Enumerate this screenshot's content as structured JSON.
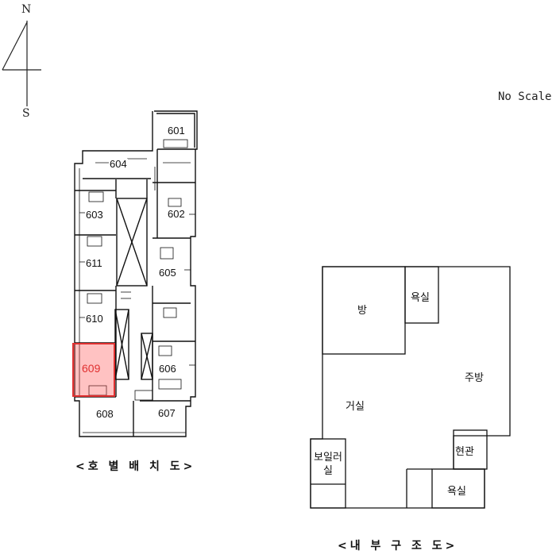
{
  "compass": {
    "north": "N",
    "south": "S"
  },
  "scale_note": "No Scale",
  "floor_plan": {
    "caption": "<호 별 배 치 도>",
    "highlight_color": "#e03030",
    "highlighted_unit": "609",
    "units": [
      "601",
      "604",
      "603",
      "602",
      "611",
      "605",
      "610",
      "609",
      "606",
      "608",
      "607"
    ]
  },
  "interior": {
    "caption": "<내 부 구 조 도>",
    "rooms": {
      "room": "방",
      "bath_top": "욕실",
      "kitchen": "주방",
      "living": "거실",
      "boiler": "보일러실",
      "entrance": "현관",
      "bath_bottom": "욕실"
    }
  }
}
